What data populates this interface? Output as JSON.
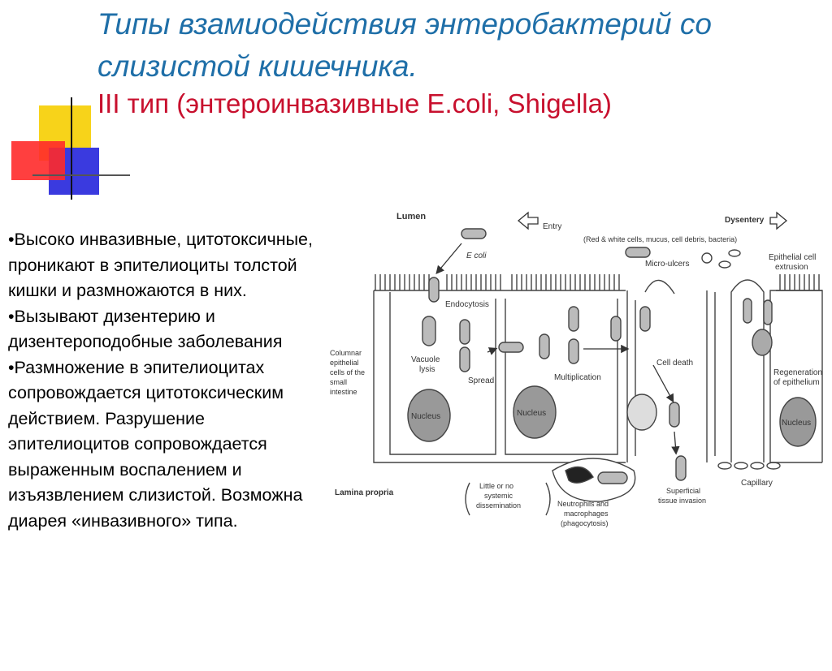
{
  "slide": {
    "title_line1": "Типы взамиодействия энтеробактерий со",
    "title_line2": "слизистой кишечника.",
    "subtitle": "III тип (энтероинвазивные E.coli, Shigella)",
    "bullets": [
      "•Высоко инвазивные, цитотоксичные, проникают в эпителиоциты толстой кишки и размножаются в них.",
      "•Вызывают дизентерию и дизентероподобные заболевания",
      "•Размножение в эпителиоцитах сопровождается цитотоксическим действием. Разрушение эпителиоцитов сопровождается выраженным воспалением и изъязвлением слизистой. Возможна диарея «инвазивного» типа."
    ]
  },
  "diagram": {
    "lumen": "Lumen",
    "entry": "Entry",
    "ecoli": "E coli",
    "dysentery": "Dysentery",
    "dysentery_note": "(Red & white cells, mucus, cell debris, bacteria)",
    "micro_ulcers": "Micro-ulcers",
    "extrusion": [
      "Epithelial cell",
      "extrusion"
    ],
    "endocytosis": "Endocytosis",
    "columnar": [
      "Columnar",
      "epithelial",
      "cells of the",
      "small",
      "intestine"
    ],
    "vacuole": [
      "Vacuole",
      "lysis"
    ],
    "spread": "Spread",
    "multiplication": "Multiplication",
    "cell_death": "Cell death",
    "regeneration": [
      "Regeneration",
      "of epithelium"
    ],
    "nucleus": "Nucleus",
    "lamina": "Lamina propria",
    "little": [
      "Little or no",
      "systemic",
      "dissemination"
    ],
    "neutrophils": [
      "Neutrophils and",
      "macrophages",
      "(phagocytosis)"
    ],
    "superficial": [
      "Superficial",
      "tissue invasion"
    ],
    "capillary": "Capillary"
  }
}
